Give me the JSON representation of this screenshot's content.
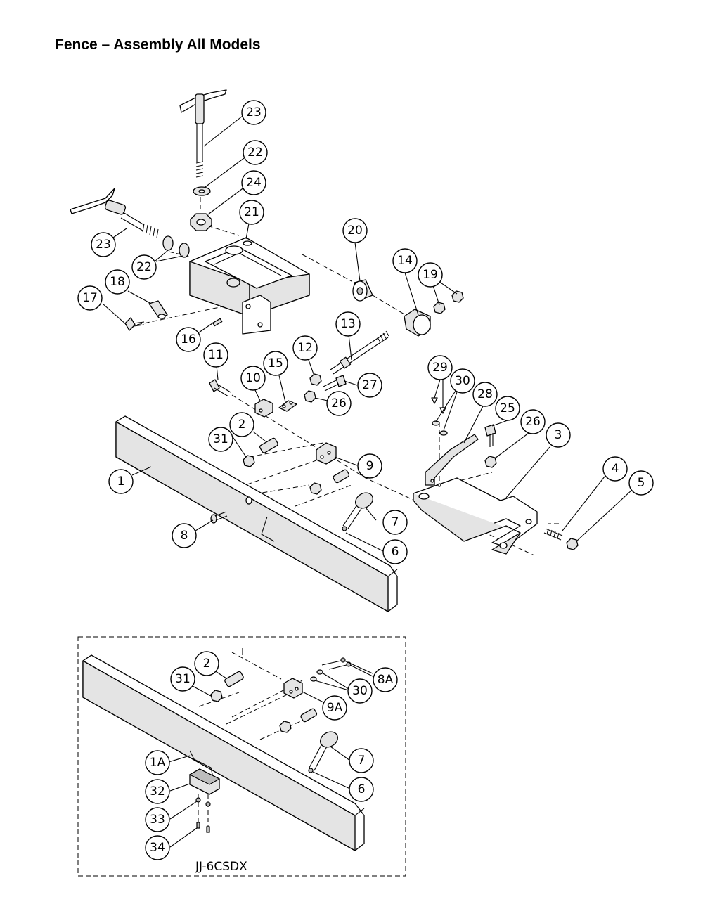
{
  "title": "Fence – Assembly All Models",
  "inset": {
    "model_label": "JJ-6CSDX"
  },
  "callouts": {
    "c23a": "23",
    "c22a": "22",
    "c24": "24",
    "c21": "21",
    "c23b": "23",
    "c22b": "22",
    "c20": "20",
    "c14": "14",
    "c19": "19",
    "c18": "18",
    "c17": "17",
    "c16": "16",
    "c13": "13",
    "c12": "12",
    "c11": "11",
    "c15": "15",
    "c10": "10",
    "c27": "27",
    "c26a": "26",
    "c29": "29",
    "c30": "30",
    "c28": "28",
    "c25": "25",
    "c26b": "26",
    "c3": "3",
    "c2": "2",
    "c31": "31",
    "c9": "9",
    "c1": "1",
    "c4": "4",
    "c5": "5",
    "c7": "7",
    "c8": "8",
    "c6": "6",
    "i2": "2",
    "i31": "31",
    "i8A": "8A",
    "i30": "30",
    "i9A": "9A",
    "i7": "7",
    "i1A": "1A",
    "i6": "6",
    "i32": "32",
    "i33": "33",
    "i34": "34"
  }
}
